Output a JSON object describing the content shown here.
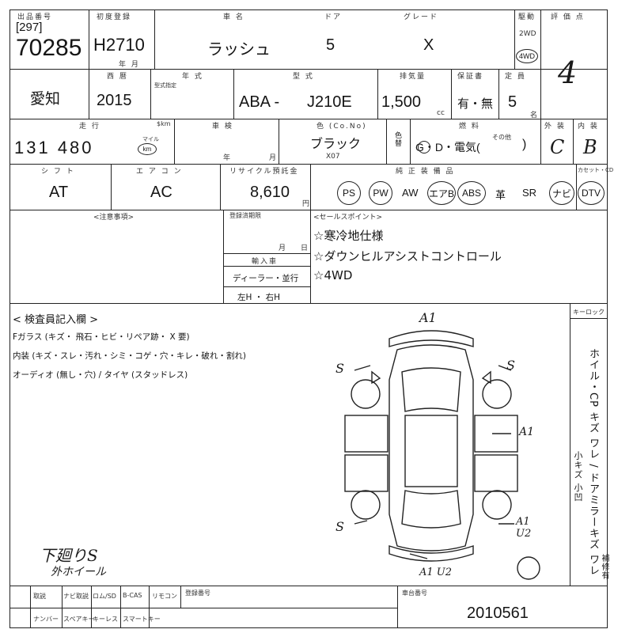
{
  "header": {
    "sheet_label": "出品番号",
    "lot_sub": "[297]",
    "lot_no": "70285",
    "first_reg_label": "初度登録",
    "first_reg": "H2710",
    "year_month_label": "年 月",
    "car_name_label": "車 名",
    "car_name": "ラッシュ",
    "doors_label": "ドア",
    "doors": "5",
    "grade_label": "グレード",
    "grade": "X",
    "drive_label": "駆動",
    "drive_2wd": "2WD",
    "drive_4wd": "4WD",
    "score_label": "評 価 点",
    "score": "4"
  },
  "row2": {
    "pref": "愛知",
    "year_label": "西 暦",
    "year": "2015",
    "model_year_label": "年 式",
    "model_year_sub": "型式指定",
    "model_label": "型 式",
    "model_prefix": "ABA -",
    "model": "J210E",
    "cc_label": "排気量",
    "cc": "1,500",
    "cc_unit": "cc",
    "warranty_label": "保証書",
    "warranty": "有・無",
    "seats_label": "定 員",
    "seats": "5",
    "seats_unit": "名"
  },
  "row3": {
    "mileage_label": "走 行",
    "mileage_unit_label": "$km",
    "mileage": "131 480",
    "mileage_unit_mile": "マイル",
    "mileage_unit_km": "km",
    "inspection_label": "車 検",
    "inspection_year": "年",
    "inspection_month": "月",
    "color_label": "色 (Co.No)",
    "color": "ブラック",
    "color_code": "X07",
    "color_change": "色替",
    "fuel_label": "燃 料",
    "fuel": "G・D・電気(",
    "fuel_other": "その他",
    "fuel_close": ")",
    "ext_label": "外 装",
    "ext": "C",
    "int_label": "内 装",
    "int": "B"
  },
  "row4": {
    "shift_label": "シ フ ト",
    "shift": "AT",
    "ac_label": "エ ア コ ン",
    "ac": "AC",
    "recycle_label": "リサイクル預託金",
    "recycle": "8,610",
    "recycle_unit": "円",
    "equip_label": "純 正 装 備 品",
    "extra_label": "カセット・CD",
    "equip": [
      "PS",
      "PW",
      "AW",
      "エアB",
      "ABS",
      "革",
      "SR",
      "ナビ",
      "DTV"
    ]
  },
  "notes": {
    "caution_label": "<注意事項>",
    "sale_label": "<セールスポイント>",
    "period_label": "登録済期限",
    "month_label": "月",
    "day_label": "日",
    "import_label": "輸入車",
    "dealer": "ディーラー・並行",
    "handle": "左H ・ 右H",
    "sale_points": [
      "☆寒冷地仕様",
      "☆ダウンヒルアシストコントロール",
      "☆4WD"
    ]
  },
  "inspector": {
    "title": "< 検査員記入欄 >",
    "glass": "Fガラス (キズ・ 飛石・ヒビ・リペア跡・ X 要)",
    "interior": "内装 (キズ・スレ・汚れ・シミ・コゲ・穴・キレ・破れ・割れ)",
    "audio": "オーディオ (無し・穴) / タイヤ (スタッドレス)",
    "key_label": "キーロック",
    "vertical_notes": "ホイル・CP キズ ワレ / ドアミラーキズ ワレ",
    "vertical_small": "小キズ 小凹",
    "vertical_repair": "補修有",
    "handwritten_1": "下廻りS",
    "handwritten_2": "外ホイール"
  },
  "diagram": {
    "front": "A1",
    "fl": "S",
    "fr": "S",
    "right_mid": "A1",
    "rl": "S",
    "rr": "A1\nU2",
    "rear": "A1 U2"
  },
  "footer": {
    "equip_row1": [
      "取説",
      "ナビ取説",
      "ロム/SD",
      "B-CAS",
      "リモコン"
    ],
    "equip_row2": [
      "ナンバー",
      "スペアキー",
      "キーレス",
      "スマートキー"
    ],
    "reg_label": "登録番号",
    "chassis_label": "車台番号",
    "chassis": "2010561"
  }
}
